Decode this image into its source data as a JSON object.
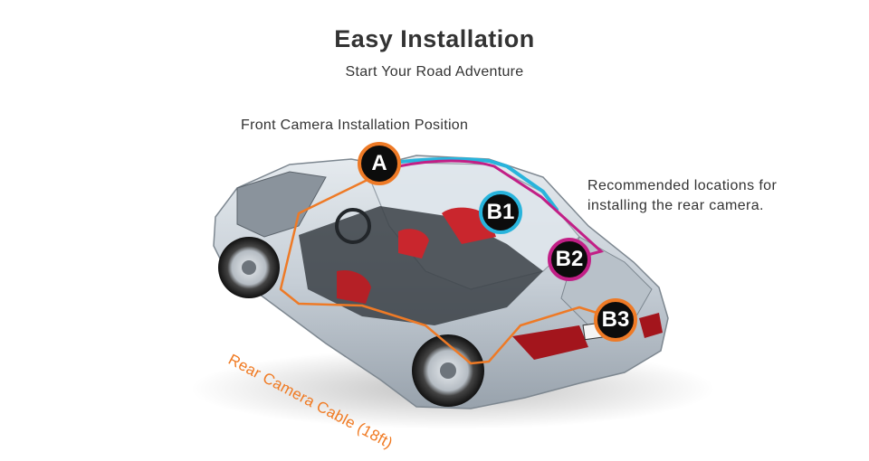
{
  "header": {
    "title": "Easy Installation",
    "subtitle": "Start Your Road Adventure"
  },
  "labels": {
    "front_camera": "Front Camera Installation Position",
    "rear_recommend_line1": "Recommended locations for",
    "rear_recommend_line2": "installing the rear camera.",
    "rear_cable": "Rear Camera Cable (18ft)"
  },
  "badges": {
    "a": "A",
    "b1": "B1",
    "b2": "B2",
    "b3": "B3"
  },
  "colors": {
    "cable_orange": "#ee7a26",
    "roof_blue": "#28b4dc",
    "trunk_magenta": "#c21f86",
    "badge_fill": "#0c0c0c"
  }
}
